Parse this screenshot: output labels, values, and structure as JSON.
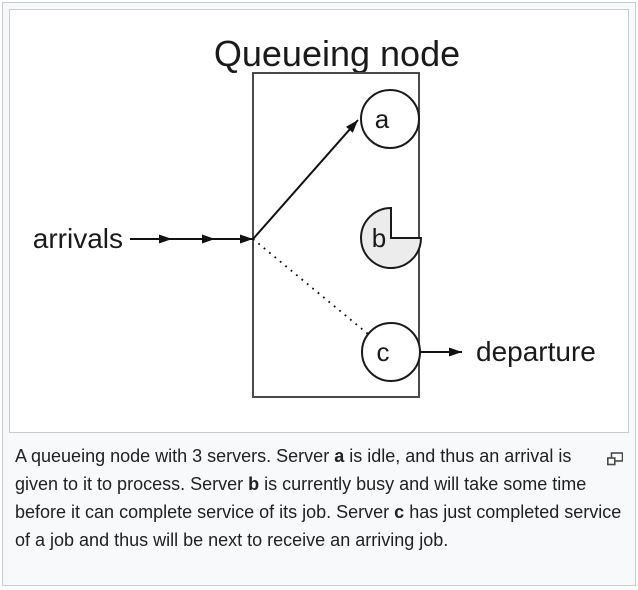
{
  "figure": {
    "caption_segments": [
      {
        "text": "A queueing node with 3 servers. Server ",
        "bold": false
      },
      {
        "text": "a",
        "bold": true
      },
      {
        "text": " is idle, and thus an arrival is given to it to process. Server ",
        "bold": false
      },
      {
        "text": "b",
        "bold": true
      },
      {
        "text": " is currently busy and will take some time before it can complete service of its job. Server ",
        "bold": false
      },
      {
        "text": "c",
        "bold": true
      },
      {
        "text": " has just completed service of a job and thus will be next to receive an arriving job.",
        "bold": false
      }
    ],
    "icons": {
      "magnify_icon": "enlarge-thumbnail"
    }
  },
  "diagram": {
    "title": "Queueing node",
    "labels": {
      "arrivals": "arrivals",
      "departure": "departure"
    },
    "servers": [
      {
        "label": "a"
      },
      {
        "label": "b"
      },
      {
        "label": "c"
      }
    ],
    "colors": {
      "busy_server_fill": "#ececec",
      "diagram_stroke": "#1a1a1a",
      "node_box_stroke": "#4a4a4a",
      "thumb_border": "#c8ccd1",
      "thumb_background": "#f8f9fa",
      "caption_text": "#202122"
    }
  }
}
